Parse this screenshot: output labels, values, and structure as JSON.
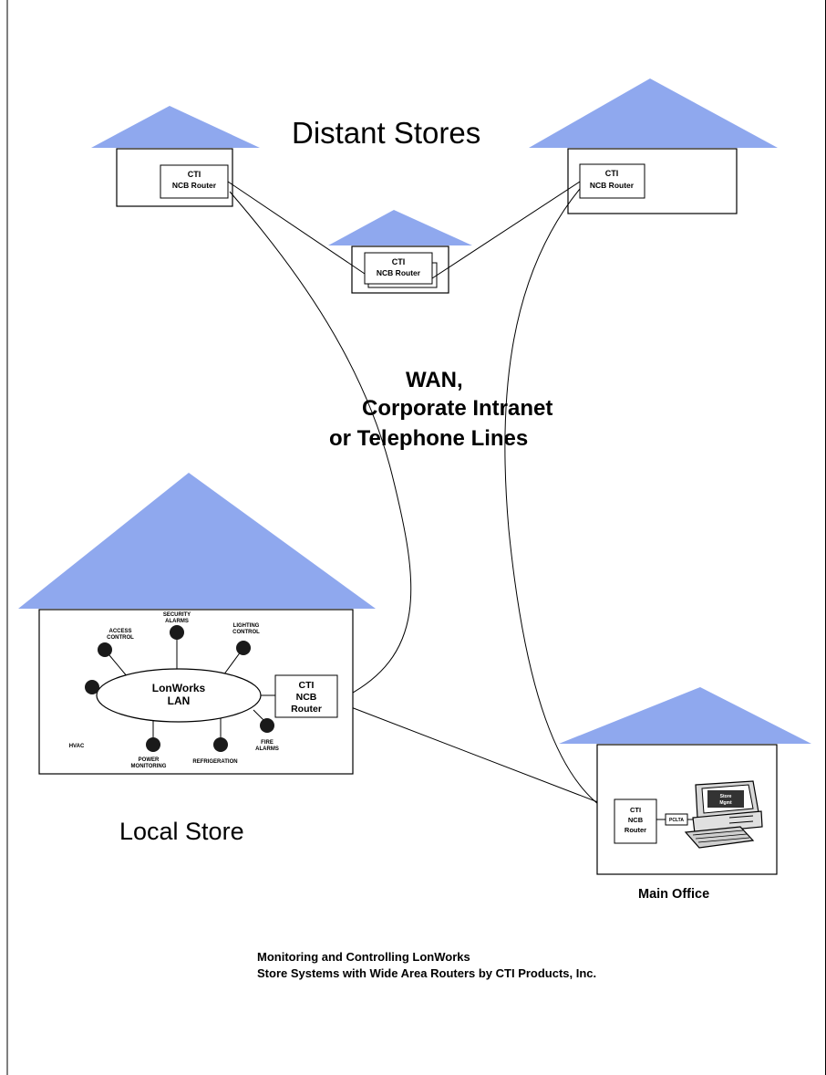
{
  "labels": {
    "distant_stores": "Distant Stores",
    "wan_line1": "WAN,",
    "wan_line2": "Corporate Intranet",
    "wan_line3": "or Telephone Lines",
    "local_store": "Local Store",
    "main_office": "Main Office",
    "caption_line1": "Monitoring and Controlling LonWorks",
    "caption_line2": "Store Systems with Wide Area Routers by CTI Products, Inc."
  },
  "routers": {
    "left_distant": {
      "line1": "CTI",
      "line2": "NCB Router"
    },
    "middle_distant": {
      "line1": "CTI",
      "line2": "NCB Router"
    },
    "right_distant": {
      "line1": "CTI",
      "line2": "NCB Router"
    },
    "local": {
      "line1": "CTI",
      "line2": "NCB",
      "line3": "Router"
    },
    "office": {
      "line1": "CTI",
      "line2": "NCB",
      "line3": "Router"
    }
  },
  "lan": {
    "line1": "LonWorks",
    "line2": "LAN"
  },
  "lan_nodes": {
    "access": {
      "line1": "ACCESS",
      "line2": "CONTROL"
    },
    "security": {
      "line1": "SECURITY",
      "line2": "ALARMS"
    },
    "lighting": {
      "line1": "LIGHTING",
      "line2": "CONTROL"
    },
    "hvac": {
      "line1": "HVAC"
    },
    "power": {
      "line1": "POWER",
      "line2": "MONITORING"
    },
    "refrigeration": {
      "line1": "REFRIGERATION"
    },
    "fire": {
      "line1": "FIRE",
      "line2": "ALARMS"
    }
  },
  "pc": {
    "interface_label": "PCLTA",
    "screen_line1": "Store",
    "screen_line2": "Mgmt"
  },
  "colors": {
    "roof": "#8fa8ee",
    "roof_light": "#a9bdf5",
    "line": "#000000",
    "node": "#1a1a1a"
  }
}
